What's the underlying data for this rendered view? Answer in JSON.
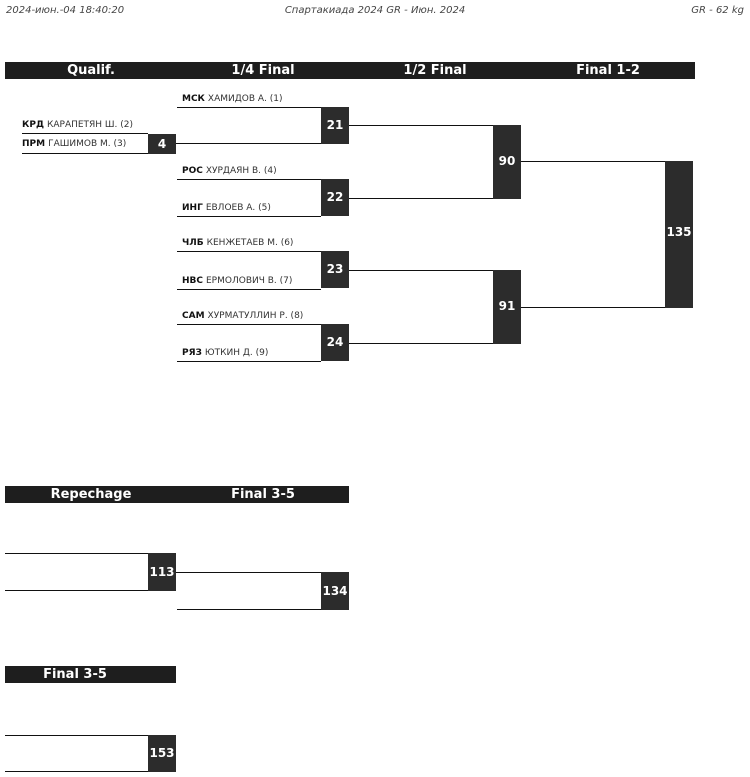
{
  "header": {
    "timestamp": "2024-июн.-04 18:40:20",
    "title": "Спартакиада 2024 GR - Июн. 2024",
    "category": "GR - 62 kg"
  },
  "main_rounds": [
    "Qualif.",
    "1/4 Final",
    "1/2 Final",
    "Final 1-2"
  ],
  "repechage_rounds": [
    "Repechage",
    "Final 3-5"
  ],
  "final35_round": "Final 3-5",
  "qualif": [
    {
      "team": "КРД",
      "name": "КАРАПЕТЯН Ш. (2)"
    },
    {
      "team": "ПРМ",
      "name": "ГАШИМОВ М. (3)"
    }
  ],
  "quarter": [
    {
      "team": "МСК",
      "name": "ХАМИДОВ А. (1)"
    },
    {
      "team": "РОС",
      "name": "ХУРДАЯН В. (4)"
    },
    {
      "team": "ИНГ",
      "name": "ЕВЛОЕВ А. (5)"
    },
    {
      "team": "ЧЛБ",
      "name": "КЕНЖЕТАЕВ М. (6)"
    },
    {
      "team": "НВС",
      "name": "ЕРМОЛОВИЧ В. (7)"
    },
    {
      "team": "САМ",
      "name": "ХУРМАТУЛЛИН Р. (8)"
    },
    {
      "team": "РЯЗ",
      "name": "ЮТКИН Д. (9)"
    }
  ],
  "bouts": {
    "q": "4",
    "qf1": "21",
    "qf2": "22",
    "qf3": "23",
    "qf4": "24",
    "sf1": "90",
    "sf2": "91",
    "final": "135",
    "rep": "113",
    "rep_final": "134",
    "final35": "153"
  }
}
